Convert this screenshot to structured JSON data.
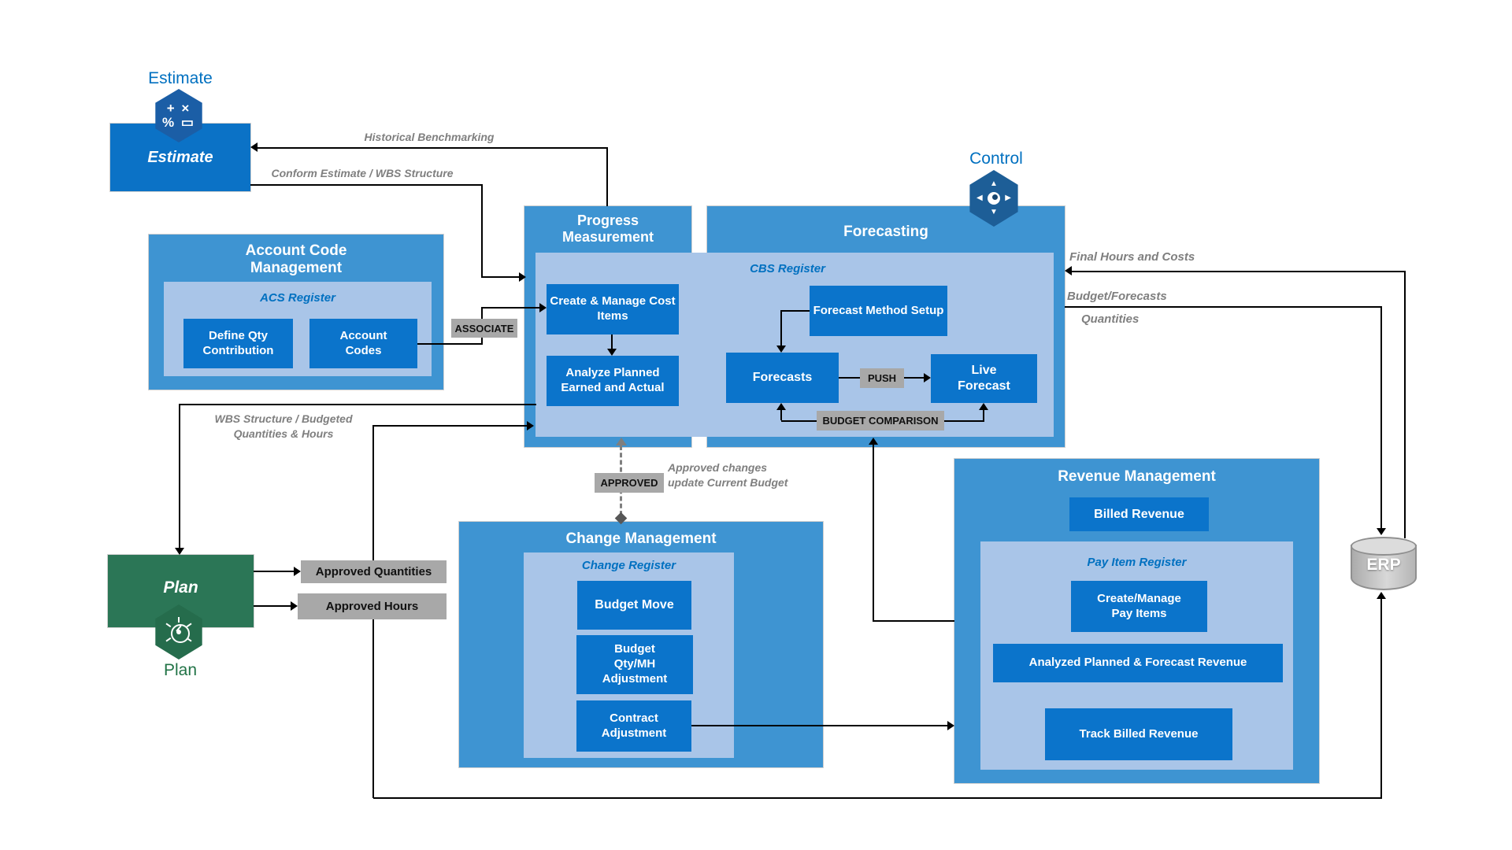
{
  "colors": {
    "container_blue": "#3E94D2",
    "panel_blue": "#A9C5E8",
    "action_blue": "#0B74CB",
    "plan_green": "#2B7656",
    "label_blue": "#0070C0",
    "gray_tag": "#A8A8A8",
    "flow_gray": "#7f7f7f"
  },
  "estimate": {
    "label": "Estimate",
    "box": "Estimate"
  },
  "plan": {
    "box": "Plan",
    "label": "Plan"
  },
  "control": {
    "label": "Control"
  },
  "erp": {
    "label": "ERP"
  },
  "acm": {
    "title": "Account Code Management",
    "register": "ACS Register",
    "define_qty": "Define Qty Contribution",
    "account_codes": "Account Codes"
  },
  "pm": {
    "title": "Progress Measurement",
    "cbs_register": "CBS Register",
    "create_manage": "Create & Manage Cost Items",
    "analyze": "Analyze Planned Earned and Actual"
  },
  "forecasting": {
    "title": "Forecasting",
    "method_setup": "Forecast Method Setup",
    "forecasts": "Forecasts",
    "live_forecast": "Live Forecast",
    "push": "PUSH",
    "budget_comparison": "BUDGET COMPARISON"
  },
  "change": {
    "title": "Change Management",
    "register": "Change Register",
    "budget_move": "Budget Move",
    "budget_qty": "Budget Qty/MH Adjustment",
    "contract_adj": "Contract Adjustment"
  },
  "revenue": {
    "title": "Revenue Management",
    "billed": "Billed Revenue",
    "register": "Pay Item Register",
    "create_pay": "Create/Manage Pay Items",
    "analyzed": "Analyzed Planned & Forecast Revenue",
    "track": "Track Billed Revenue"
  },
  "flows": {
    "historical": "Historical Benchmarking",
    "conform": "Conform Estimate / WBS Structure",
    "associate": "ASSOCIATE",
    "wbs_line1": "WBS Structure / Budgeted",
    "wbs_line2": "Quantities & Hours",
    "approved_quantities": "Approved Quantities",
    "approved_hours": "Approved Hours",
    "approved_tag": "APPROVED",
    "approved_note1": "Approved changes",
    "approved_note2": "update Current Budget",
    "final_hours": "Final Hours and Costs",
    "budget_forecasts": "Budget/Forecasts",
    "quantities": "Quantities"
  },
  "icon_glyphs": {
    "estimate_row1": "+ ×",
    "estimate_row2": "% ▭",
    "up": "▲",
    "down": "▼",
    "left": "◀",
    "right": "▶"
  }
}
